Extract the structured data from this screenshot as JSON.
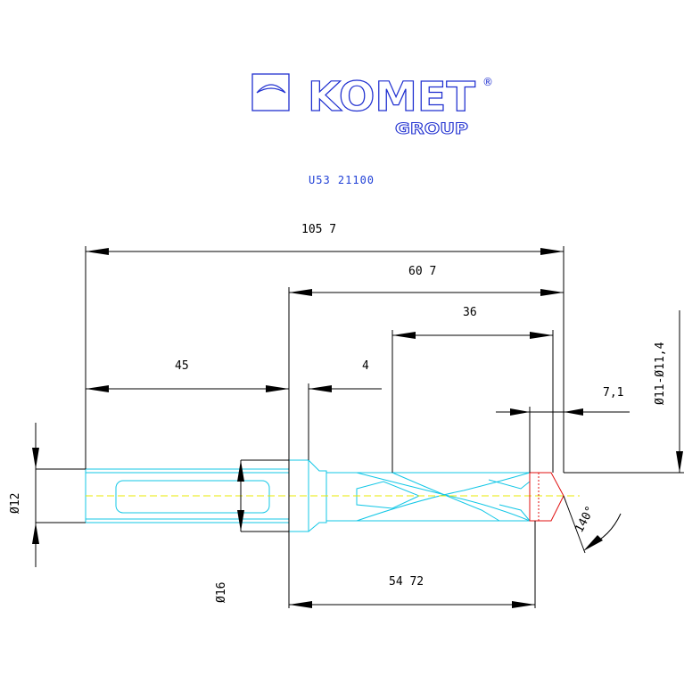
{
  "header": {
    "brand": "KOMET",
    "registered_mark": "®",
    "group": "GROUP",
    "part_number": "U53 21100"
  },
  "dimensions": {
    "overall_length": "105 7",
    "from_flange": "60 7",
    "flute_length": "36",
    "shank_length": "45",
    "neck_length": "4",
    "tip_length": "7,1",
    "body_length": "54 72",
    "shank_diameter": "Ø12",
    "flange_diameter": "Ø16",
    "cutting_diameter": "Ø11-Ø11,4",
    "point_angle": "140°"
  },
  "colors": {
    "logo": "#2030d0",
    "part_number": "#1f3fd6",
    "tool_outline": "#13c7e6",
    "center_line": "#e8e800",
    "tip_outline": "#e01010",
    "dimension_lines": "#000000"
  }
}
